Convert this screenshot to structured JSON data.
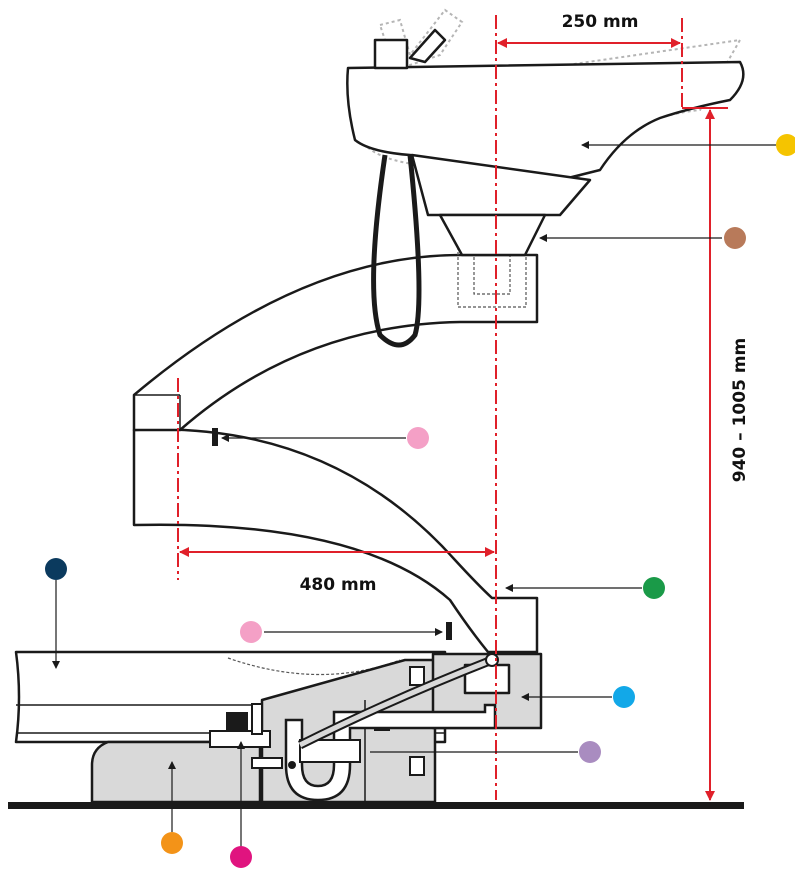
{
  "dimensions": {
    "width_top": "250 mm",
    "arm_reach": "480 mm",
    "height_range": "940 – 1005 mm"
  },
  "colors": {
    "dimension": "#e0202a",
    "outline": "#1a1a1a",
    "fill_grey": "#d9d9d9",
    "ghost": "#b5b5b5"
  },
  "markers": [
    {
      "id": "basin",
      "color": "#f5c400"
    },
    {
      "id": "basin-support",
      "color": "#b87a5a"
    },
    {
      "id": "arm-joint-upper",
      "color": "#f4a0c6"
    },
    {
      "id": "arm-base",
      "color": "#1a9a48"
    },
    {
      "id": "arm-joint-lower",
      "color": "#f4a0c6"
    },
    {
      "id": "base-cover",
      "color": "#0b3a5e"
    },
    {
      "id": "trap-housing",
      "color": "#12a8e8"
    },
    {
      "id": "drain-trap",
      "color": "#a98cc0"
    },
    {
      "id": "base-panel",
      "color": "#f39318"
    },
    {
      "id": "valve",
      "color": "#e0147f"
    }
  ]
}
